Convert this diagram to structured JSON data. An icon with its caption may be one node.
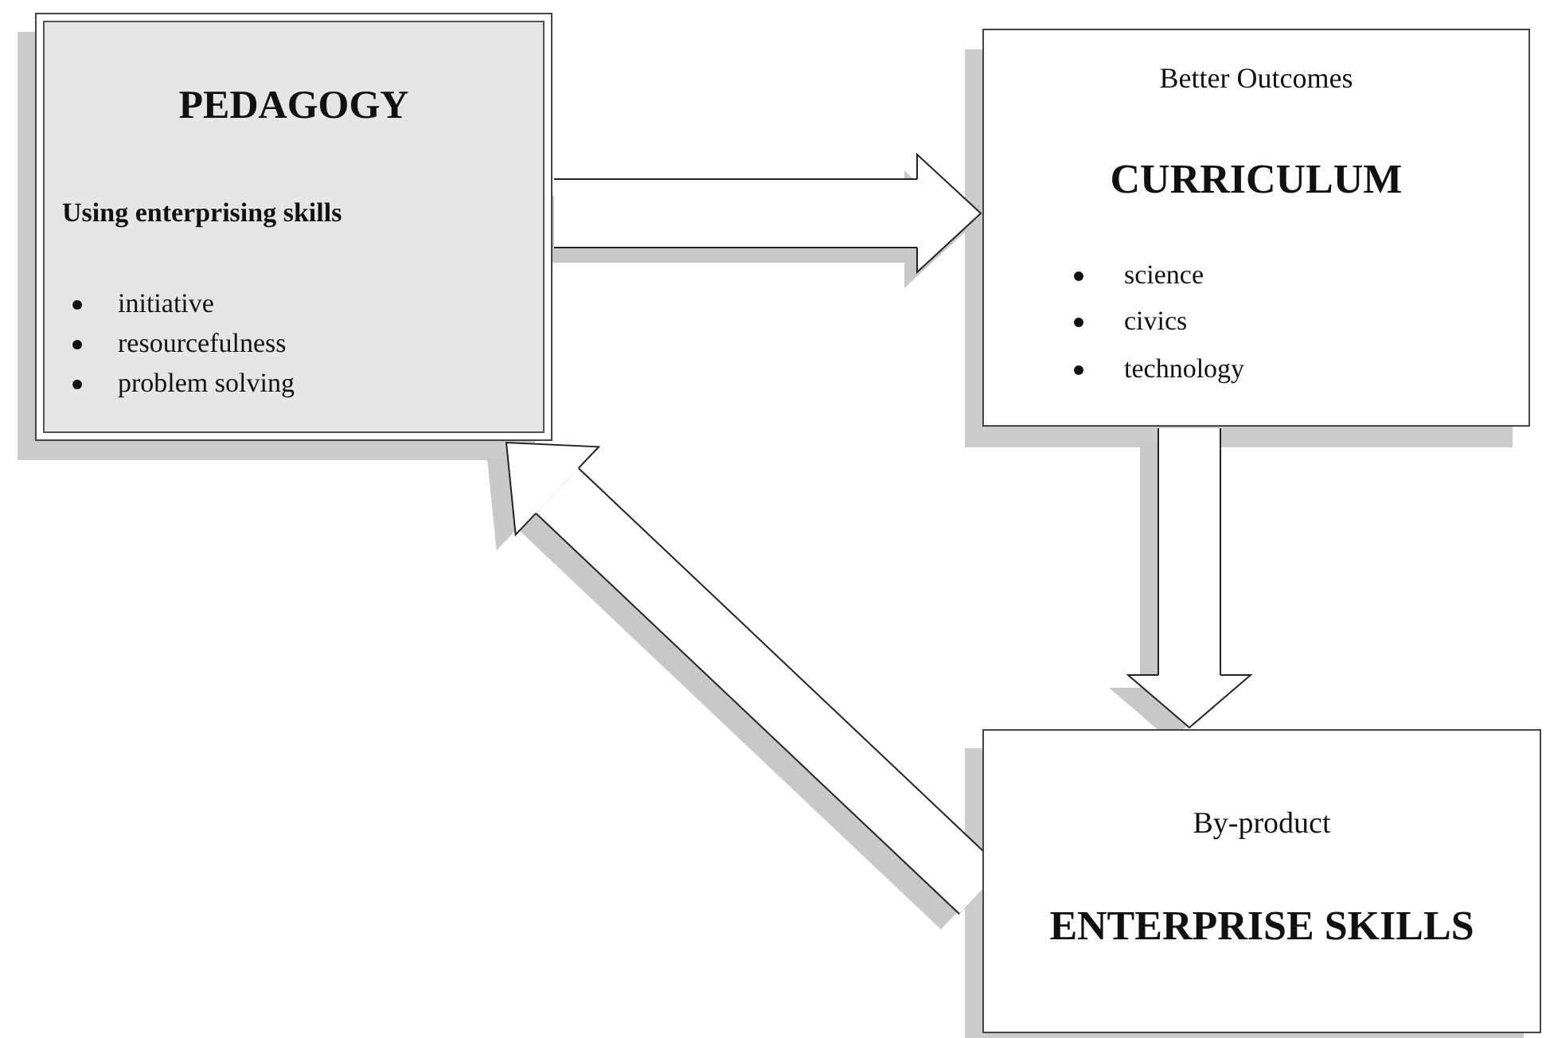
{
  "diagram": {
    "nodes": [
      {
        "text": [
          "PEDAGOGY",
          "Using enterprising skills",
          "initiative",
          "resourcefulness",
          "problem solving"
        ]
      },
      {
        "text": [
          "Better Outcomes",
          "CURRICULUM",
          "science",
          "civics",
          "technology"
        ]
      },
      {
        "text": [
          "By-product",
          "ENTERPRISE SKILLS"
        ]
      }
    ],
    "edges": [
      {
        "from": 0,
        "to": 1,
        "arrow": "to"
      },
      {
        "from": 1,
        "to": 2,
        "arrow": "to"
      },
      {
        "from": 2,
        "to": 0,
        "arrow": "to"
      }
    ]
  }
}
